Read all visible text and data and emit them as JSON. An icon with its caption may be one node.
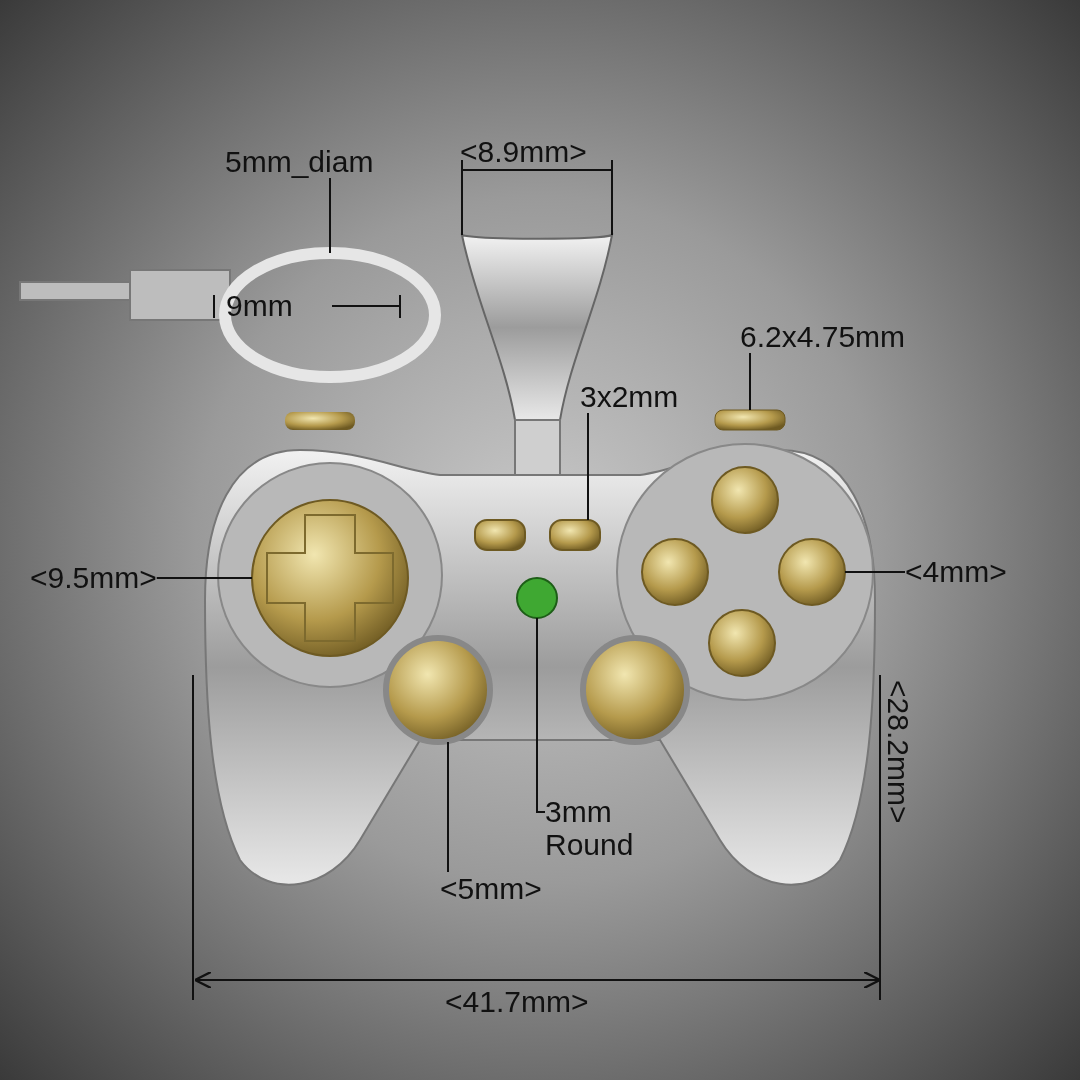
{
  "diagram": {
    "nodes": [
      {
        "text": [
          "5mm_diam"
        ]
      },
      {
        "text": [],
        "shape": "ring"
      },
      {
        "text": [
          "6.2x4.75mm"
        ]
      },
      {
        "text": [],
        "shape": "box"
      },
      {
        "text": [
          "3x2mm"
        ]
      },
      {
        "text": [],
        "shape": "box"
      },
      {
        "text": [
          "<9.5mm>"
        ]
      },
      {
        "text": [],
        "shape": "circle"
      },
      {
        "text": [
          "<4mm>"
        ]
      },
      {
        "text": [],
        "shape": "circle"
      },
      {
        "text": [
          "3mm Round"
        ]
      },
      {
        "text": [],
        "shape": "circle"
      },
      {
        "text": [
          "<5mm>"
        ]
      },
      {
        "text": [],
        "shape": "circle"
      }
    ],
    "edges": [
      {
        "from": 0,
        "to": 1,
        "arrow": "none"
      },
      {
        "from": 2,
        "to": 3,
        "arrow": "none"
      },
      {
        "from": 4,
        "to": 5,
        "arrow": "none"
      },
      {
        "from": 6,
        "to": 7,
        "arrow": "none"
      },
      {
        "from": 8,
        "to": 9,
        "arrow": "none"
      },
      {
        "from": 10,
        "to": 11,
        "arrow": "none"
      },
      {
        "from": 12,
        "to": 13,
        "arrow": "none"
      }
    ],
    "labels": [
      "<8.9mm>",
      "9mm",
      "<28.2mm>",
      "<41.7mm>"
    ]
  }
}
